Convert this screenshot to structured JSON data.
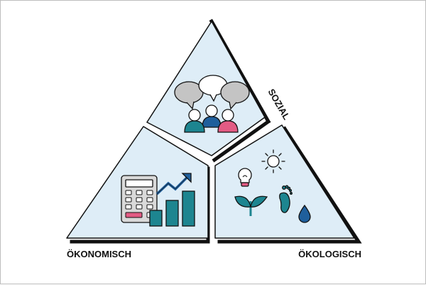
{
  "labels": {
    "social": "SOZIAL",
    "economic": "ÖKONOMISCH",
    "ecological": "ÖKOLOGISCH"
  },
  "colors": {
    "fill": "#deedf7",
    "stroke": "#111111",
    "teal": "#1d8590",
    "blue": "#1f5f9c",
    "pink": "#e35b84",
    "bubble": "#c4c4c4",
    "calculator": "#d9d9d9",
    "calc_key_red": "#e35b84",
    "water": "#1f5f9c"
  },
  "icons": {
    "social": "people-speech-bubbles-icon",
    "economic": "calculator-growth-chart-icon",
    "ecological": "sun-bulb-footprint-plant-water-icon"
  }
}
